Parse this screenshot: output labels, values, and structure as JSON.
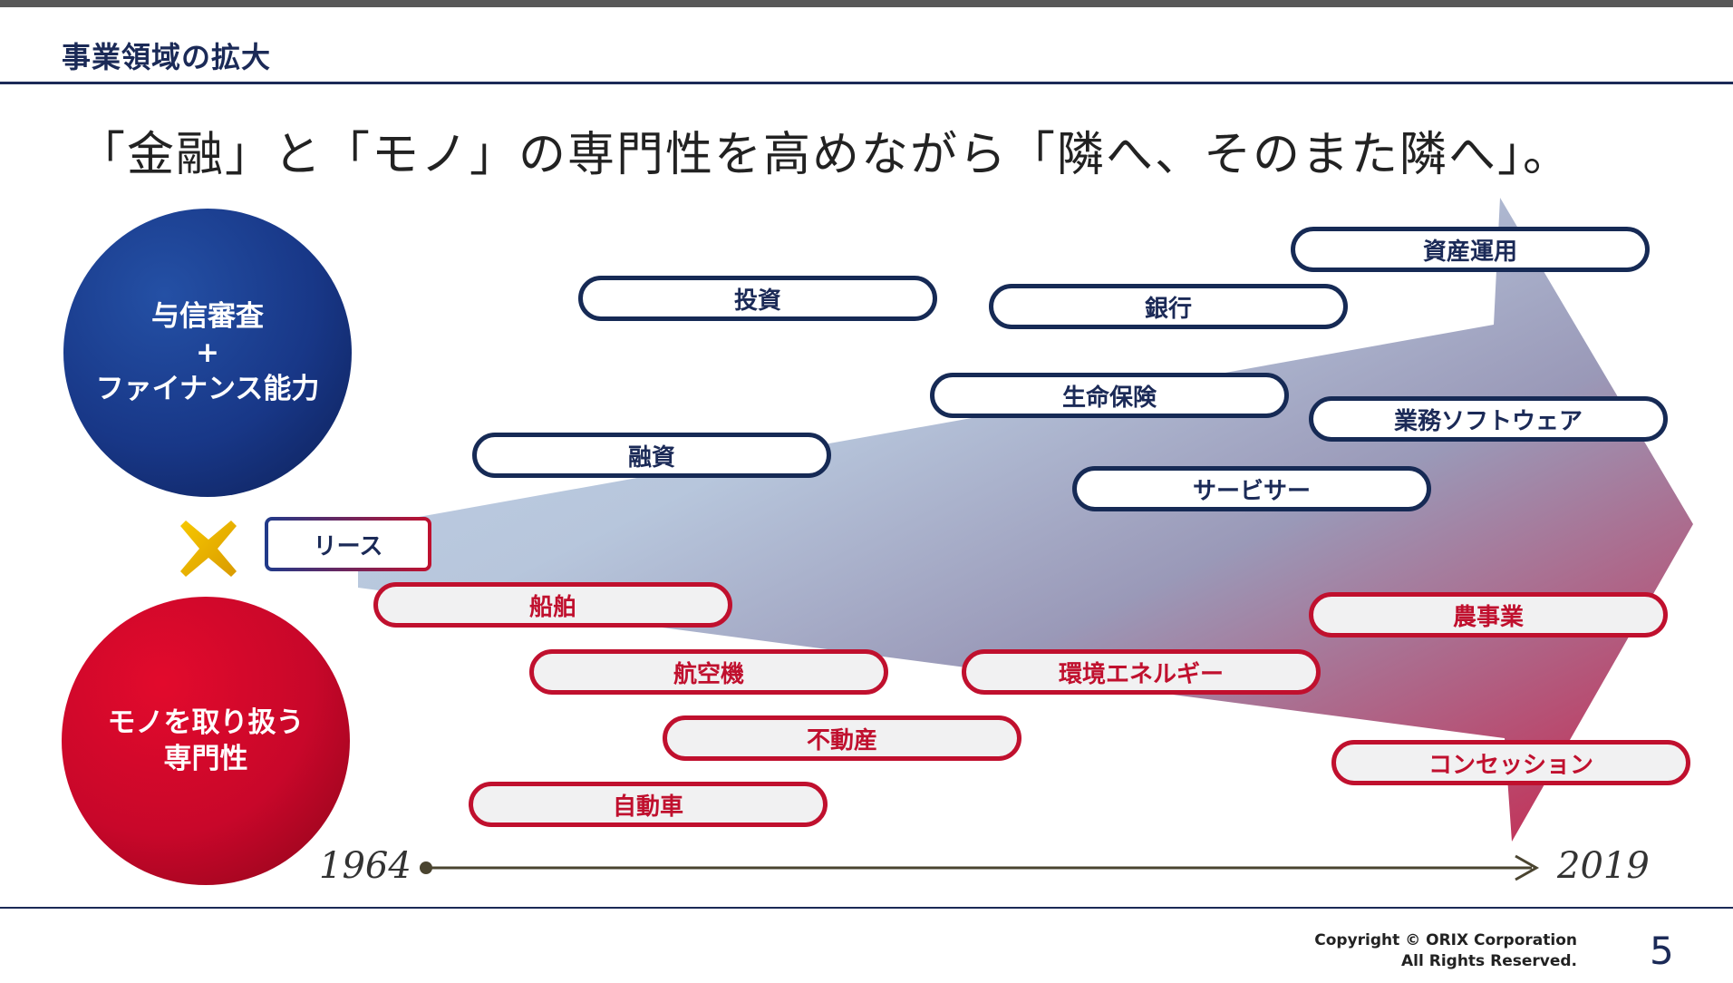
{
  "header": {
    "title": "事業領域の拡大"
  },
  "headline": "「金融」と「モノ」の専門性を高めながら「隣へ、そのまた隣へ」。",
  "circles": {
    "finance": {
      "line1": "与信審査",
      "plus": "+",
      "line2": "ファイナンス能力"
    },
    "goods": {
      "line1": "モノを取り扱う",
      "line2": "専門性"
    }
  },
  "cross_icon": "cross-icon",
  "lease_label": "リース",
  "finance_items": {
    "investment": "投資",
    "bank": "銀行",
    "asset_management": "資産運用",
    "life_insurance": "生命保険",
    "business_software": "業務ソフトウェア",
    "loan": "融資",
    "servicer": "サービサー"
  },
  "goods_items": {
    "ship": "船舶",
    "aircraft": "航空機",
    "environment_energy": "環境エネルギー",
    "agriculture": "農事業",
    "real_estate": "不動産",
    "concession": "コンセッション",
    "automobile": "自動車"
  },
  "timeline": {
    "start": "1964",
    "end": "2019"
  },
  "footer": {
    "copyright_line1": "Copyright © ORIX Corporation",
    "copyright_line2": "All Rights Reserved.",
    "page_number": "5"
  },
  "colors": {
    "navy": "#1b2a57",
    "red": "#c0102e",
    "gold": "#e8a800"
  }
}
